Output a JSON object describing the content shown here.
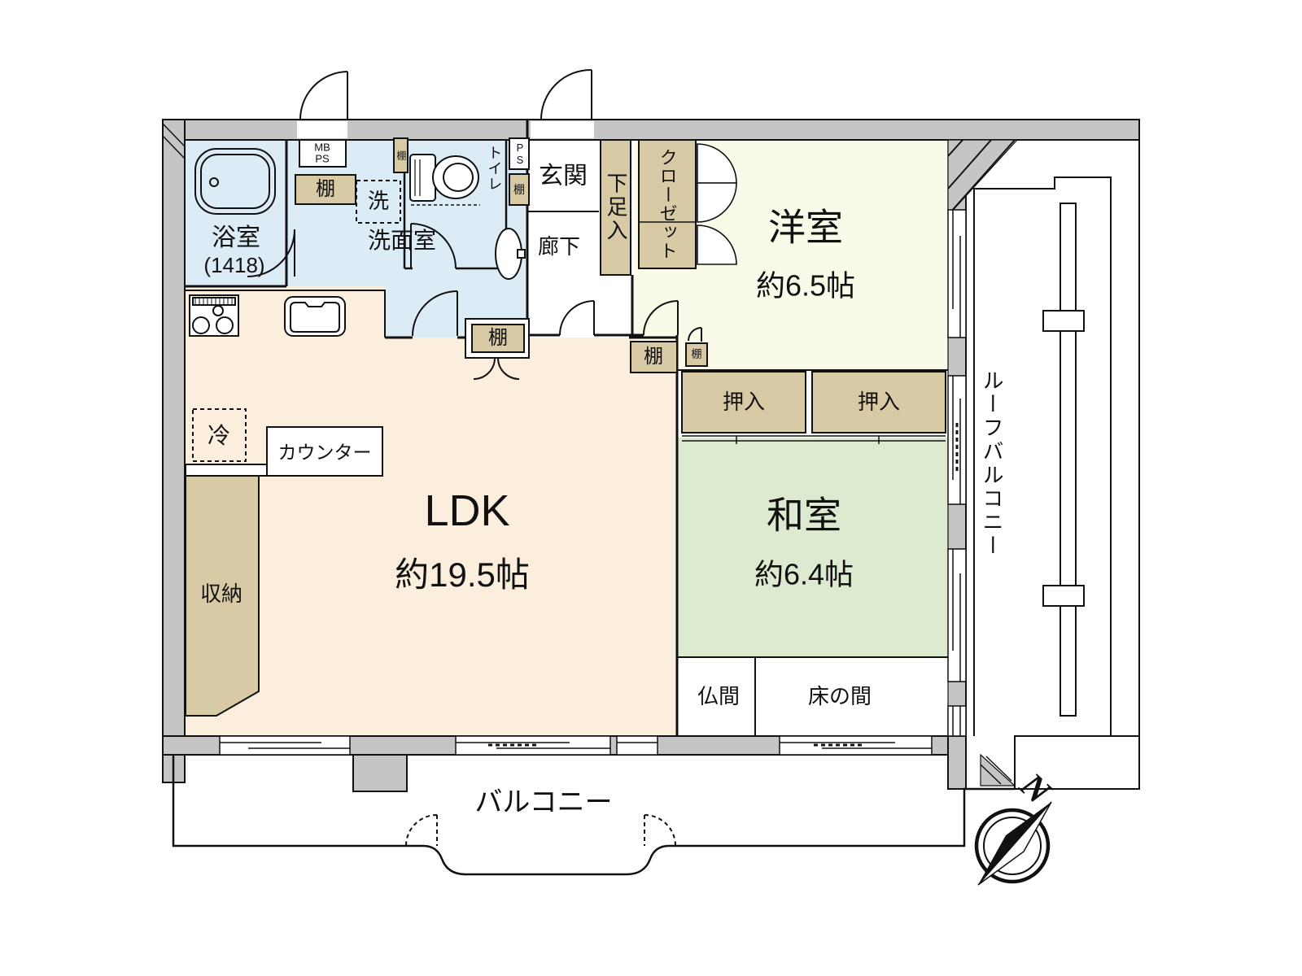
{
  "plan": {
    "rooms": {
      "bathroom": {
        "name": "浴室",
        "size": "(1418)"
      },
      "washroom": {
        "name": "洗面室"
      },
      "toilet": {
        "name": "トイレ"
      },
      "entrance": {
        "name": "玄関"
      },
      "hallway": {
        "name": "廊下"
      },
      "shoe_cabinet": {
        "name": "下足入"
      },
      "closet": {
        "name": "クローゼット"
      },
      "western_room": {
        "name": "洋室",
        "size": "約6.5帖"
      },
      "ldk": {
        "name": "LDK",
        "size": "約19.5帖"
      },
      "japanese_room": {
        "name": "和室",
        "size": "約6.4帖"
      },
      "oshiire_left": {
        "name": "押入"
      },
      "oshiire_right": {
        "name": "押入"
      },
      "butsuma": {
        "name": "仏間"
      },
      "tokonoma": {
        "name": "床の間"
      },
      "storage": {
        "name": "収納"
      },
      "balcony": {
        "name": "バルコニー"
      },
      "roof_balcony": {
        "name": "ルーフバルコニー"
      }
    },
    "fixtures": {
      "shelf": "棚",
      "counter": "カウンター",
      "fridge": "冷",
      "washing_machine": "洗",
      "meter_box": "MB\nPS",
      "pipe_space": "PS"
    },
    "compass": {
      "north": "N"
    },
    "colors": {
      "wall_gray": "#c5c5c5",
      "water_blue": "#dcecf7",
      "ldk_cream": "#fbeedd",
      "western_ivory": "#fafae8",
      "tatami_green": "#dcead0",
      "storage_tan": "#d7caa5",
      "line_black": "#111111"
    }
  }
}
